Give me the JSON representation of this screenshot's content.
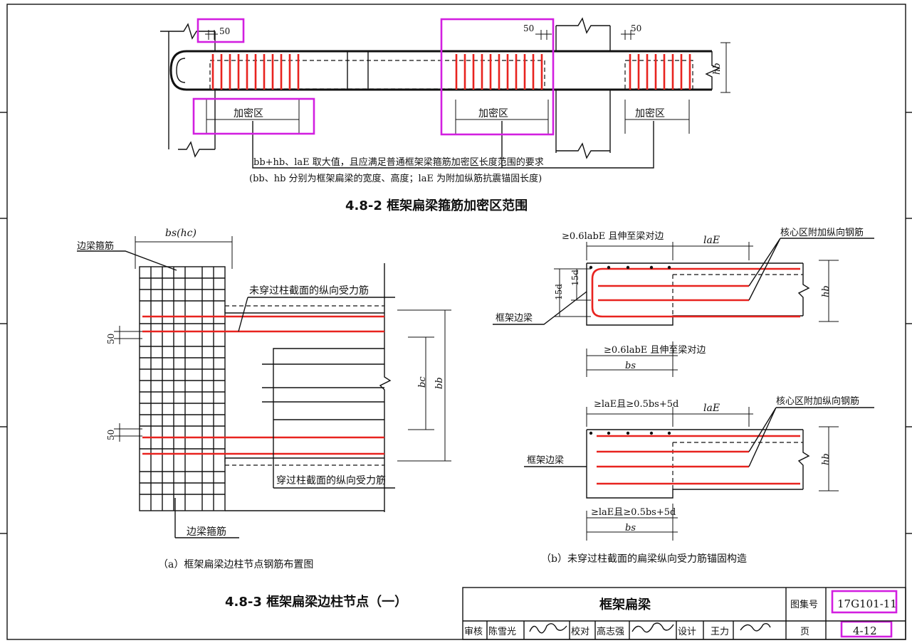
{
  "fig1": {
    "dim_50_left": "50",
    "dim_50_mid": "50",
    "dim_50_right": "50",
    "dim_hb": "hb",
    "zone_label_1": "加密区",
    "zone_label_2": "加密区",
    "zone_label_3": "加密区",
    "note_line1": "bb+hb、laE 取大值，且应满足普通框架梁箍筋加密区长度范围的要求",
    "note_line2": "(bb、hb 分别为框架扁梁的宽度、高度；laE 为附加纵筋抗震锚固长度)",
    "caption": "4.8-2 框架扁梁箍筋加密区范围"
  },
  "fig_a": {
    "label_edge_stirrup_top": "边梁箍筋",
    "dim_bs_hc": "bs(hc)",
    "label_not_through": "未穿过柱截面的纵向受力筋",
    "label_through": "穿过柱截面的纵向受力筋",
    "label_edge_stirrup_bottom": "边梁箍筋",
    "dim_50_a": "50",
    "dim_50_b": "50",
    "dim_bc": "bc",
    "dim_bb": "bb",
    "subcaption": "（a）框架扁梁边柱节点钢筋布置图"
  },
  "fig_b": {
    "top_dim_left": "≥0.6labE 且伸至梁对边",
    "top_dim_lae": "laE",
    "top_core_label": "核心区附加纵向钢筋",
    "top_edge_beam": "框架边梁",
    "top_15d_a": "15d",
    "top_15d_b": "15d",
    "top_hb": "hb",
    "top_bottom_dim": "≥0.6labE 且伸至梁对边",
    "top_bs": "bs",
    "bot_dim_left": "≥laE且≥0.5bs+5d",
    "bot_dim_lae": "laE",
    "bot_core_label": "核心区附加纵向钢筋",
    "bot_edge_beam": "框架边梁",
    "bot_hb": "hb",
    "bot_bottom_dim": "≥laE且≥0.5bs+5d",
    "bot_bs": "bs",
    "subcaption": "（b）未穿过柱截面的扁梁纵向受力筋锚固构造"
  },
  "caption_main": "4.8-3 框架扁梁边柱节点（一）",
  "title_block": {
    "title": "框架扁梁",
    "atlas_label": "图集号",
    "atlas_no": "17G101-11",
    "review_label": "审核",
    "reviewer": "陈雪光",
    "check_label": "校对",
    "checker": "高志强",
    "design_label": "设计",
    "designer": "王力",
    "page_label": "页",
    "page_no": "4-12"
  }
}
